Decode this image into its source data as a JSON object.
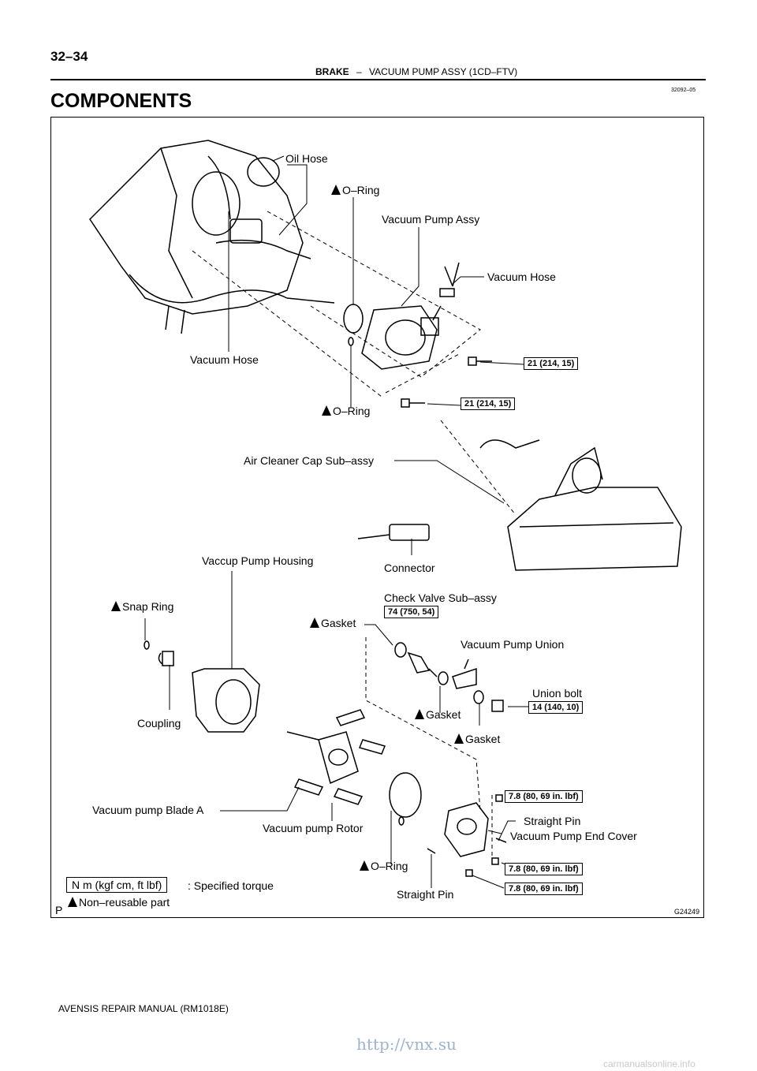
{
  "header": {
    "page_number": "32–34",
    "section": "BRAKE",
    "separator": "–",
    "subtitle": "VACUUM PUMP ASSY (1CD–FTV)",
    "doc_id": "32092–05"
  },
  "title": "COMPONENTS",
  "figure": {
    "corner_letter": "P",
    "figure_id": "G24249",
    "labels": {
      "oil_hose": "Oil Hose",
      "o_ring_top": "O–Ring",
      "vacuum_pump_assy": "Vacuum Pump Assy",
      "vacuum_hose_right": "Vacuum Hose",
      "vacuum_hose_left": "Vacuum Hose",
      "o_ring_mid": "O–Ring",
      "air_cleaner": "Air Cleaner Cap Sub–assy",
      "vaccup_housing": "Vaccup Pump Housing",
      "connector": "Connector",
      "check_valve": "Check Valve Sub–assy",
      "snap_ring": "Snap Ring",
      "gasket_1": "Gasket",
      "vacuum_pump_union": "Vacuum Pump Union",
      "union_bolt": "Union bolt",
      "coupling": "Coupling",
      "gasket_2": "Gasket",
      "gasket_3": "Gasket",
      "blade_a": "Vacuum pump Blade A",
      "rotor": "Vacuum pump Rotor",
      "straight_pin_right": "Straight Pin",
      "end_cover": "Vacuum Pump End Cover",
      "o_ring_bottom": "O–Ring",
      "straight_pin_bottom": "Straight Pin"
    },
    "torques": {
      "t1": "21 (214, 15)",
      "t2": "21 (214, 15)",
      "t3": "74 (750, 54)",
      "t4": "14 (140, 10)",
      "t5": "7.8 (80, 69 in. lbf)",
      "t6": "7.8 (80, 69 in. lbf)",
      "t7": "7.8 (80, 69 in. lbf)"
    },
    "legend": {
      "unit_box": "N m (kgf cm, ft lbf)",
      "unit_desc": ": Specified torque",
      "nonreusable": "Non–reusable part"
    }
  },
  "footer": {
    "manual": "AVENSIS REPAIR MANUAL   (RM1018E)"
  },
  "watermark": {
    "url": "http://vnx.su",
    "site": "carmanualsonline.info"
  }
}
